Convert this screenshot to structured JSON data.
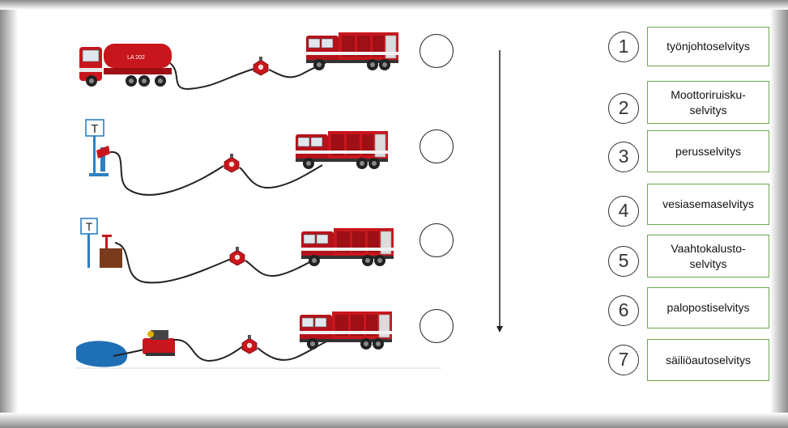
{
  "options": [
    {
      "num": "1",
      "label": "työnjohtoselvitys"
    },
    {
      "num": "2",
      "label": "Moottoriruisku-\nselvitys"
    },
    {
      "num": "3",
      "label": "perusselvitys"
    },
    {
      "num": "4",
      "label": "vesiasemaselvitys"
    },
    {
      "num": "5",
      "label": "Vaahtokalusto-\nselvitys"
    },
    {
      "num": "6",
      "label": "palopostiselvitys"
    },
    {
      "num": "7",
      "label": "säiliöautoselvitys"
    }
  ],
  "scenes": [
    {
      "source": "tanker-truck"
    },
    {
      "source": "water-station-sign-T"
    },
    {
      "source": "foam-tank-with-sign-T"
    },
    {
      "source": "water-pond-with-motor-pump"
    }
  ],
  "sign_letter": "T",
  "tanker_text": "LA 202",
  "colors": {
    "truck_red": "#c8161d",
    "box_border": "#6aa84f",
    "pond_blue": "#1f6fb5",
    "tank_brown": "#7a3a1c",
    "post_blue": "#2f7fc1"
  }
}
